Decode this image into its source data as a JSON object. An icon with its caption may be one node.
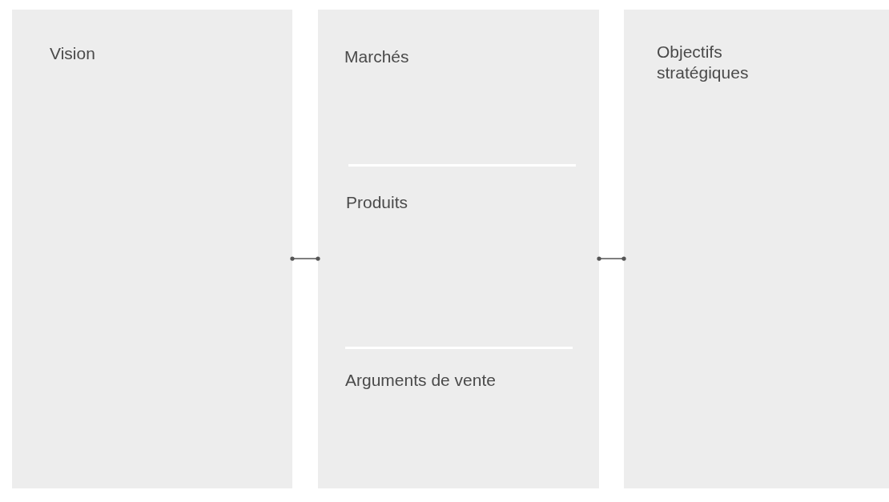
{
  "diagram": {
    "nodes": [
      {
        "text": [
          "Vision"
        ]
      },
      {
        "text": [
          "Marchés",
          "Produits",
          "Arguments de vente"
        ]
      },
      {
        "text": [
          "Objectifs stratégiques"
        ]
      }
    ],
    "edges": [
      {
        "from": 0,
        "to": 1,
        "arrow": "other"
      },
      {
        "from": 1,
        "to": 2,
        "arrow": "other"
      }
    ]
  }
}
